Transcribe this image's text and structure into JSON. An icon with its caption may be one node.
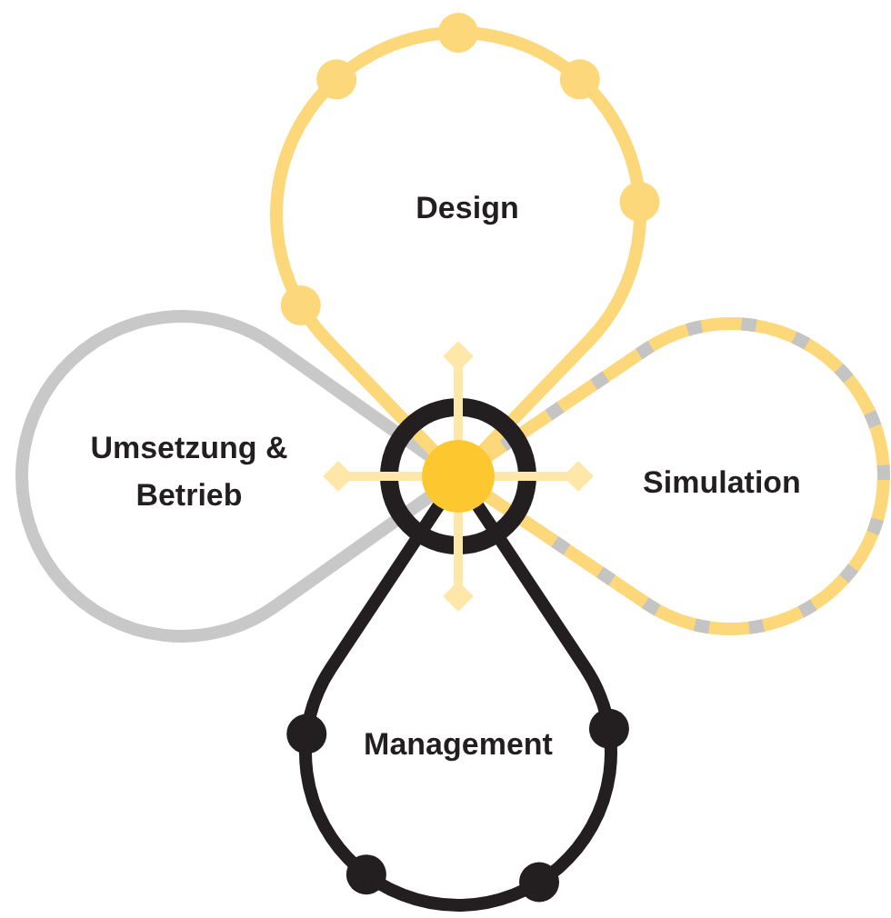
{
  "diagram": {
    "nodes": [
      {
        "text": [
          "Design"
        ]
      },
      {
        "text": [
          "Simulation"
        ]
      },
      {
        "text": [
          "Management"
        ]
      },
      {
        "text": [
          "Umsetzung & Betrieb"
        ]
      }
    ]
  }
}
